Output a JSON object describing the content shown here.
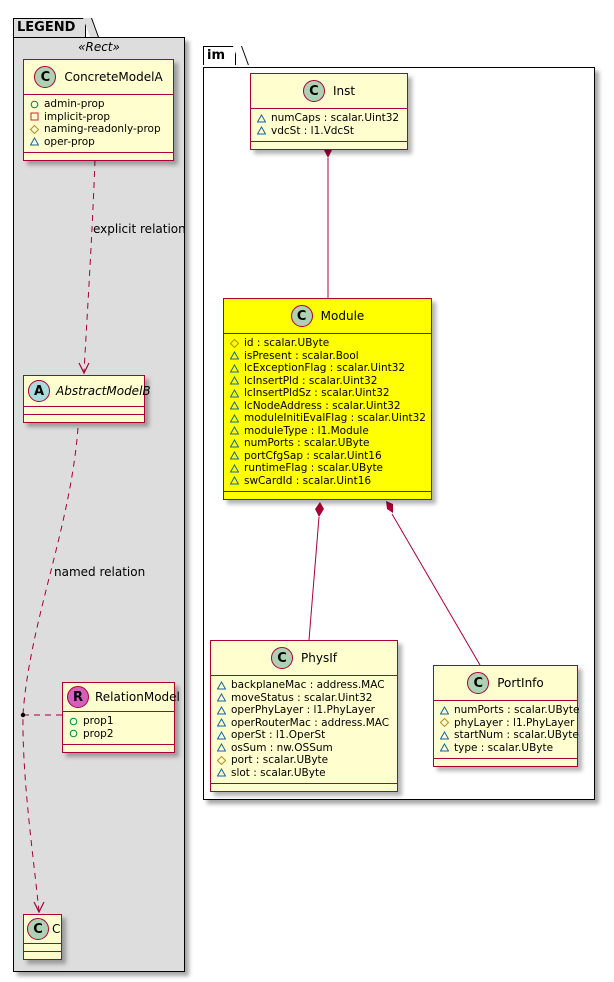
{
  "legend": {
    "package_name": "LEGEND",
    "stereotype": "«Rect»",
    "concrete": {
      "name": "ConcreteModelA",
      "icon": "C",
      "attrs": [
        {
          "vis": "public",
          "text": "admin-prop"
        },
        {
          "vis": "private",
          "text": "implicit-prop"
        },
        {
          "vis": "protected",
          "text": "naming-readonly-prop"
        },
        {
          "vis": "package",
          "text": "oper-prop"
        }
      ]
    },
    "abstract": {
      "name": "AbstractModelB",
      "icon": "A"
    },
    "relation_model": {
      "name": "RelationModel",
      "icon": "R",
      "attrs": [
        {
          "vis": "public",
          "text": "prop1"
        },
        {
          "vis": "public",
          "text": "prop2"
        }
      ]
    },
    "c_class": {
      "name": "C",
      "icon": "C"
    },
    "explicit_relation_label": "explicit relation",
    "named_relation_label": "named relation"
  },
  "im": {
    "package_name": "im",
    "inst": {
      "name": "Inst",
      "icon": "C",
      "attrs": [
        {
          "vis": "package",
          "text": "numCaps : scalar.Uint32"
        },
        {
          "vis": "package",
          "text": "vdcSt : l1.VdcSt"
        }
      ]
    },
    "module": {
      "name": "Module",
      "icon": "C",
      "highlight": "#FFFF00",
      "attrs": [
        {
          "vis": "protected",
          "text": "id : scalar.UByte"
        },
        {
          "vis": "package",
          "text": "isPresent : scalar.Bool"
        },
        {
          "vis": "package",
          "text": "lcExceptionFlag : scalar.Uint32"
        },
        {
          "vis": "package",
          "text": "lcInsertPld : scalar.Uint32"
        },
        {
          "vis": "package",
          "text": "lcInsertPldSz : scalar.Uint32"
        },
        {
          "vis": "package",
          "text": "lcNodeAddress : scalar.Uint32"
        },
        {
          "vis": "package",
          "text": "moduleInitiEvalFlag : scalar.Uint32"
        },
        {
          "vis": "package",
          "text": "moduleType : l1.Module"
        },
        {
          "vis": "package",
          "text": "numPorts : scalar.UByte"
        },
        {
          "vis": "package",
          "text": "portCfgSap : scalar.Uint16"
        },
        {
          "vis": "package",
          "text": "runtimeFlag : scalar.UByte"
        },
        {
          "vis": "package",
          "text": "swCardId : scalar.Uint16"
        }
      ]
    },
    "physif": {
      "name": "PhysIf",
      "icon": "C",
      "attrs": [
        {
          "vis": "package",
          "text": "backplaneMac : address.MAC"
        },
        {
          "vis": "package",
          "text": "moveStatus : scalar.Uint32"
        },
        {
          "vis": "package",
          "text": "operPhyLayer : l1.PhyLayer"
        },
        {
          "vis": "package",
          "text": "operRouterMac : address.MAC"
        },
        {
          "vis": "package",
          "text": "operSt : l1.OperSt"
        },
        {
          "vis": "package",
          "text": "osSum : nw.OSSum"
        },
        {
          "vis": "protected",
          "text": "port : scalar.UByte"
        },
        {
          "vis": "package",
          "text": "slot : scalar.UByte"
        }
      ]
    },
    "portinfo": {
      "name": "PortInfo",
      "icon": "C",
      "attrs": [
        {
          "vis": "package",
          "text": "numPorts : scalar.UByte"
        },
        {
          "vis": "protected",
          "text": "phyLayer : l1.PhyLayer"
        },
        {
          "vis": "package",
          "text": "startNum : scalar.UByte"
        },
        {
          "vis": "package",
          "text": "type : scalar.UByte"
        }
      ]
    }
  },
  "colors": {
    "class_border": "#A80036",
    "class_fill": "#FEFECE",
    "legend_fill": "#DDDDDD",
    "highlight": "#FFFF00",
    "vis_public": "#038048",
    "vis_private": "#C82930",
    "vis_protected": "#B38D22",
    "vis_package": "#1963A0"
  }
}
